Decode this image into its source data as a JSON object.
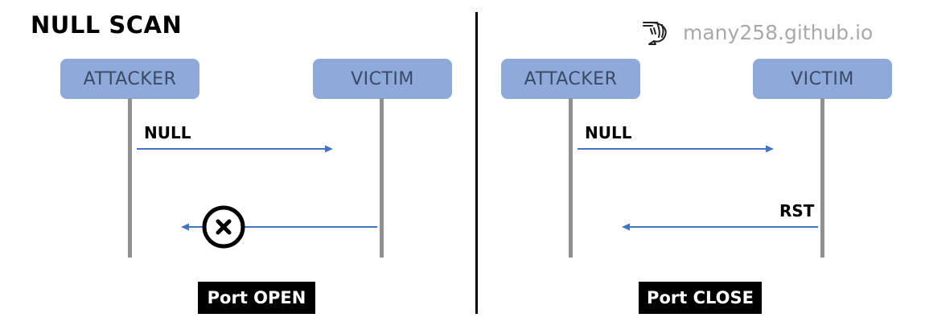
{
  "title": "NULL SCAN",
  "brand": {
    "icon": "shrimp-icon",
    "text": "many258.github.io"
  },
  "colors": {
    "box_fill": "#8eaadb",
    "box_text": "#3b4a63",
    "arrow": "#4472c4",
    "lifeline": "#919191",
    "brand_text": "#a9a9a9"
  },
  "panels": [
    {
      "attacker_label": "ATTACKER",
      "victim_label": "VICTIM",
      "request_label": "NULL",
      "response_label": "",
      "response_blocked": true,
      "status_label": "Port OPEN"
    },
    {
      "attacker_label": "ATTACKER",
      "victim_label": "VICTIM",
      "request_label": "NULL",
      "response_label": "RST",
      "response_blocked": false,
      "status_label": "Port CLOSE"
    }
  ]
}
